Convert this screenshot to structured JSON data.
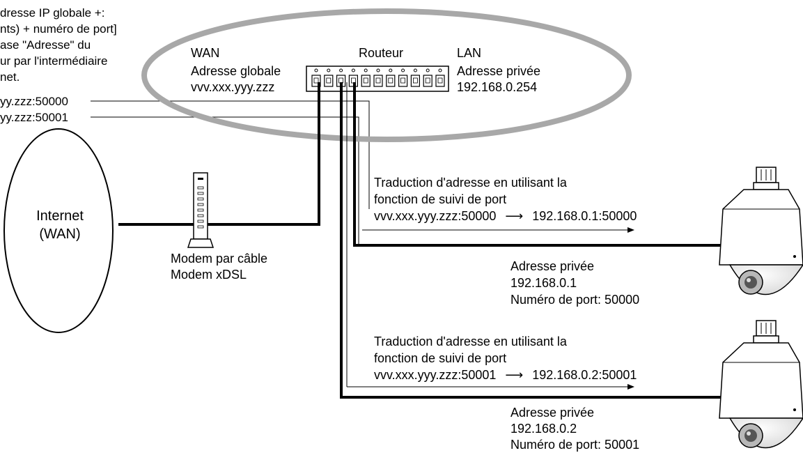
{
  "intro_lines": [
    "dresse IP globale +:",
    "nts) + numéro de port]",
    "ase \"Adresse\" du",
    "ur par l'intermédiaire",
    "net."
  ],
  "access_addresses": [
    "yy.zzz:50000",
    "yy.zzz:50001"
  ],
  "wan": {
    "label": "WAN",
    "address_label": "Adresse globale",
    "address": "vvv.xxx.yyy.zzz"
  },
  "router": {
    "label": "Routeur",
    "port_count": 11
  },
  "lan": {
    "label": "LAN",
    "address_label": "Adresse privée",
    "address": "192.168.0.254"
  },
  "internet": {
    "line1": "Internet",
    "line2": "(WAN)"
  },
  "modem": {
    "line1": "Modem par câble",
    "line2": "Modem xDSL"
  },
  "translations": [
    {
      "line1": "Traduction d'adresse en utilisant la",
      "line2": "fonction de suivi de port",
      "from": "vvv.xxx.yyy.zzz:50000",
      "arrow": "⟶",
      "to": "192.168.0.1:50000"
    },
    {
      "line1": "Traduction d'adresse en utilisant la",
      "line2": "fonction de suivi de port",
      "from": "vvv.xxx.yyy.zzz:50001",
      "arrow": "⟶",
      "to": "192.168.0.2:50001"
    }
  ],
  "cameras": [
    {
      "label": "Adresse privée",
      "ip": "192.168.0.1",
      "port_text": "Numéro de port: 50000"
    },
    {
      "label": "Adresse privée",
      "ip": "192.168.0.2",
      "port_text": "Numéro de port: 50001"
    }
  ],
  "colors": {
    "ellipse": "#a8a8a8",
    "line": "#000000",
    "camera_body": "#ffffff",
    "camera_dome": "#b8b8b8"
  }
}
